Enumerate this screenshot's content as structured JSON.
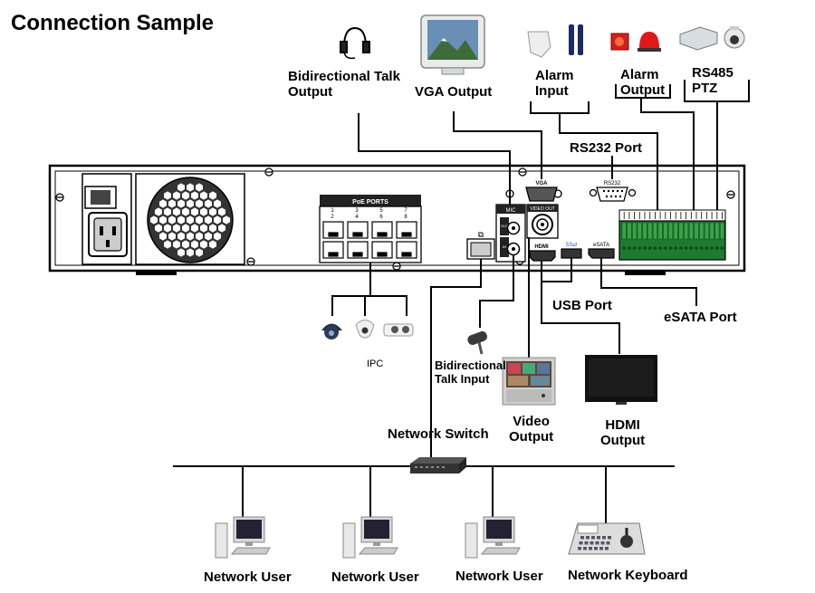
{
  "title": "Connection Sample",
  "labels": {
    "bidirectional_talk_output": "Bidirectional Talk\nOutput",
    "vga_output": "VGA Output",
    "alarm_input": "Alarm\nInput",
    "alarm_output": "Alarm\nOutput",
    "rs485_ptz": "RS485\nPTZ",
    "rs232_port": "RS232 Port",
    "usb_port": "USB Port",
    "esata_port": "eSATA Port",
    "bidirectional_talk_input": "Bidirectional\nTalk Input",
    "ipc": "IPC",
    "network_switch": "Network Switch",
    "video_output": "Video\nOutput",
    "hdmi_output": "HDMI\nOutput",
    "network_keyboard": "Network Keyboard"
  },
  "network_users": [
    "Network User",
    "Network User",
    "Network User"
  ],
  "panel": {
    "poe_ports_title": "PoE PORTS",
    "poe_numbers_top": [
      "1",
      "3",
      "5",
      "7"
    ],
    "poe_numbers_bottom": [
      "2",
      "4",
      "6",
      "8"
    ],
    "mic_label": "MIC",
    "mic_out": "OUT",
    "mic_in": "IN",
    "vga_label": "VGA",
    "video_out_label": "VIDEO OUT",
    "rs232_label": "RS232",
    "esata_label": "eSATA",
    "usb_label": "SS⇄",
    "hdmi_label": "HDMI"
  },
  "colors": {
    "line": "#000000",
    "panel_fill": "#ffffff",
    "poe_header": "#222222"
  }
}
